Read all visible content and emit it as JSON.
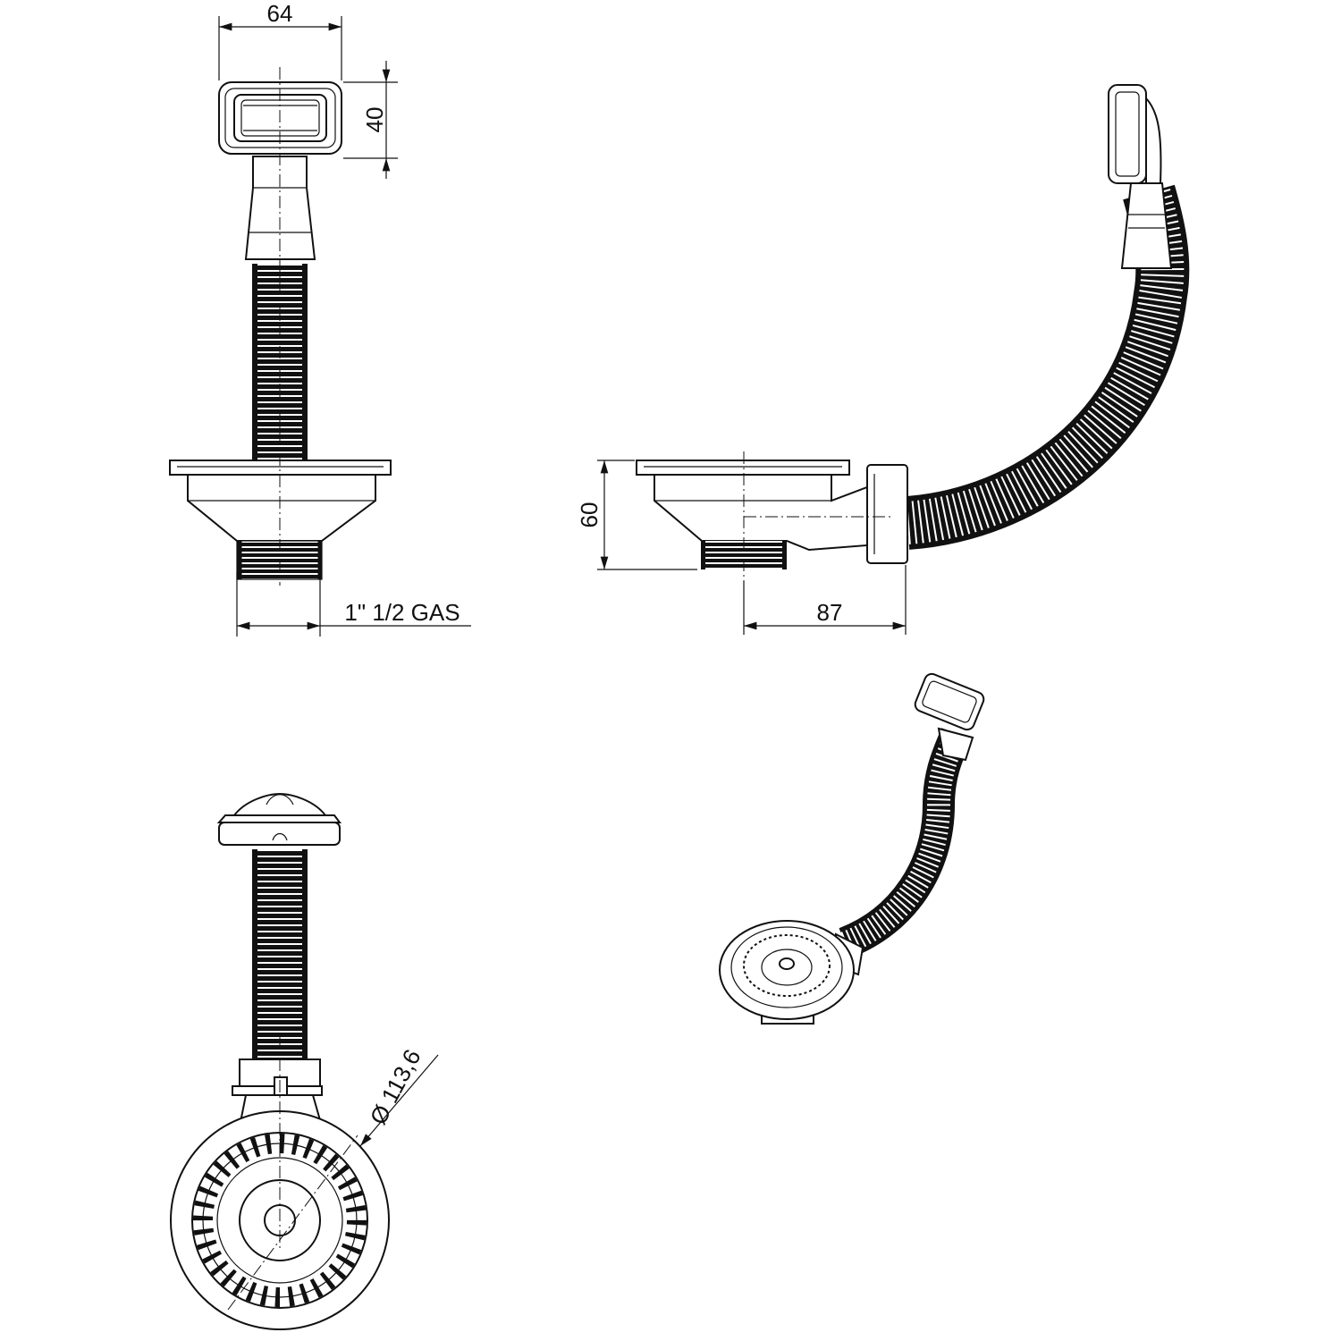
{
  "drawing": {
    "front_view": {
      "width_label": "64",
      "height_label": "40",
      "thread_label": "1\" 1/2 GAS"
    },
    "side_view": {
      "height_label": "60",
      "offset_label": "87"
    },
    "bottom_view": {
      "diameter_label": "Ø 113,6"
    }
  },
  "colors": {
    "line": "#111111",
    "background": "#ffffff"
  }
}
